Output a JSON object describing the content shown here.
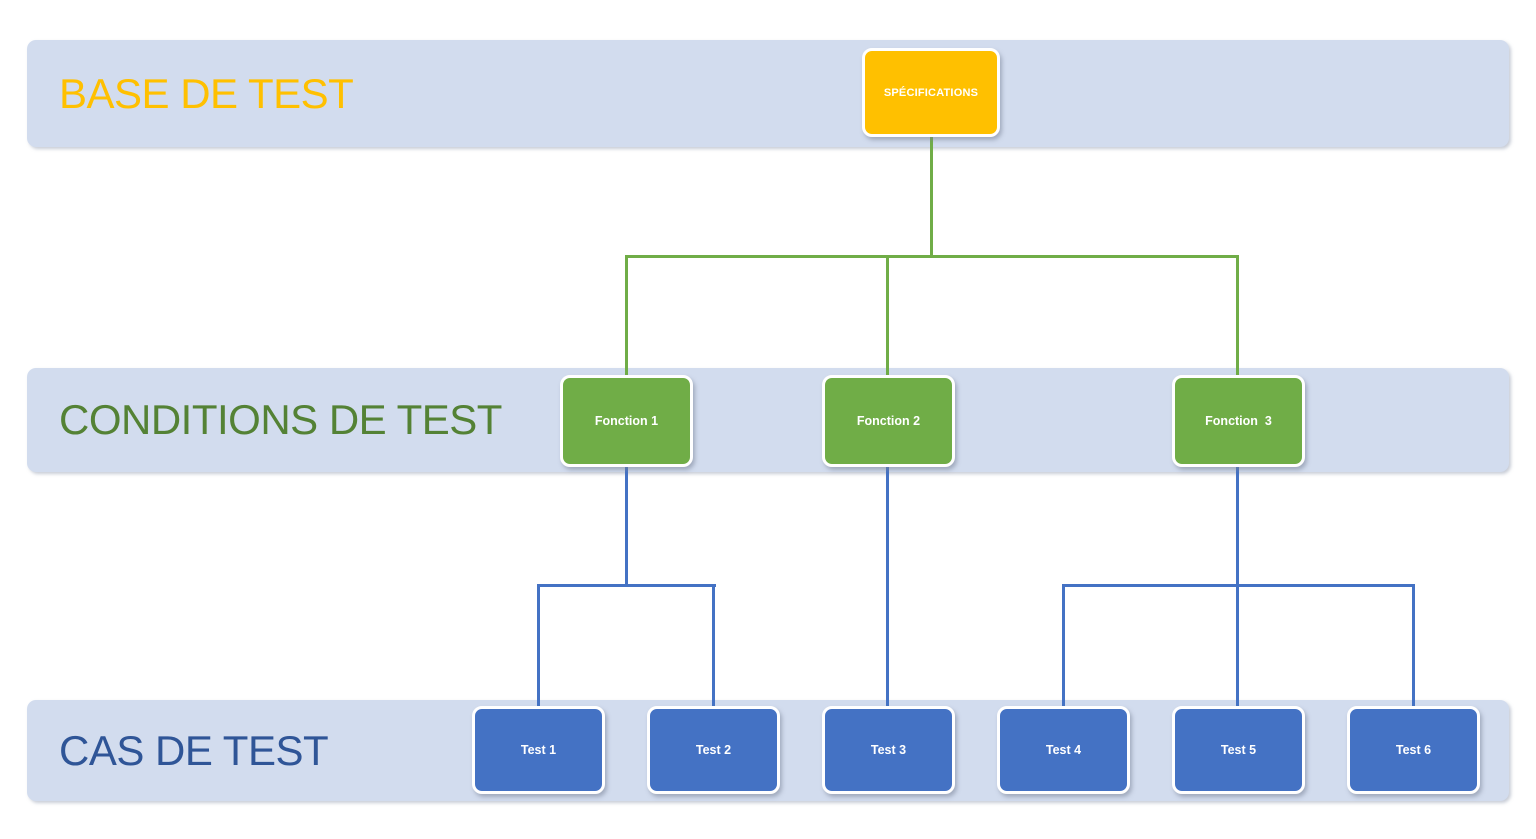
{
  "diagram": {
    "bands": [
      {
        "id": "base-de-test",
        "label": "BASE DE TEST"
      },
      {
        "id": "conditions-de-test",
        "label": "CONDITIONS DE TEST"
      },
      {
        "id": "cas-de-test",
        "label": "CAS DE TEST"
      }
    ],
    "nodes": {
      "specification": {
        "label": "SPÉCIFICATIONS"
      },
      "fonctions": [
        {
          "label": "Fonction 1"
        },
        {
          "label": "Fonction 2"
        },
        {
          "label": "Fonction  3"
        }
      ],
      "tests": [
        {
          "label": "Test 1"
        },
        {
          "label": "Test 2"
        },
        {
          "label": "Test 3"
        },
        {
          "label": "Test 4"
        },
        {
          "label": "Test 5"
        },
        {
          "label": "Test 6"
        }
      ]
    },
    "edges": [
      {
        "from": "SPÉCIFICATIONS",
        "to": "Fonction 1"
      },
      {
        "from": "SPÉCIFICATIONS",
        "to": "Fonction 2"
      },
      {
        "from": "SPÉCIFICATIONS",
        "to": "Fonction  3"
      },
      {
        "from": "Fonction 1",
        "to": "Test 1"
      },
      {
        "from": "Fonction 1",
        "to": "Test 2"
      },
      {
        "from": "Fonction 2",
        "to": "Test 3"
      },
      {
        "from": "Fonction  3",
        "to": "Test 4"
      },
      {
        "from": "Fonction  3",
        "to": "Test 5"
      },
      {
        "from": "Fonction  3",
        "to": "Test 6"
      }
    ]
  },
  "colors": {
    "band-fill": "#d2dcee",
    "accent-yellow": "#FFC000",
    "accent-green": "#70AD47",
    "accent-blue": "#4472C4",
    "heading-yellow": "#FFC000",
    "heading-green": "#548235",
    "heading-blue": "#2F5597",
    "node-text": "#FFFFFF",
    "node-border": "#FFFFFF"
  }
}
